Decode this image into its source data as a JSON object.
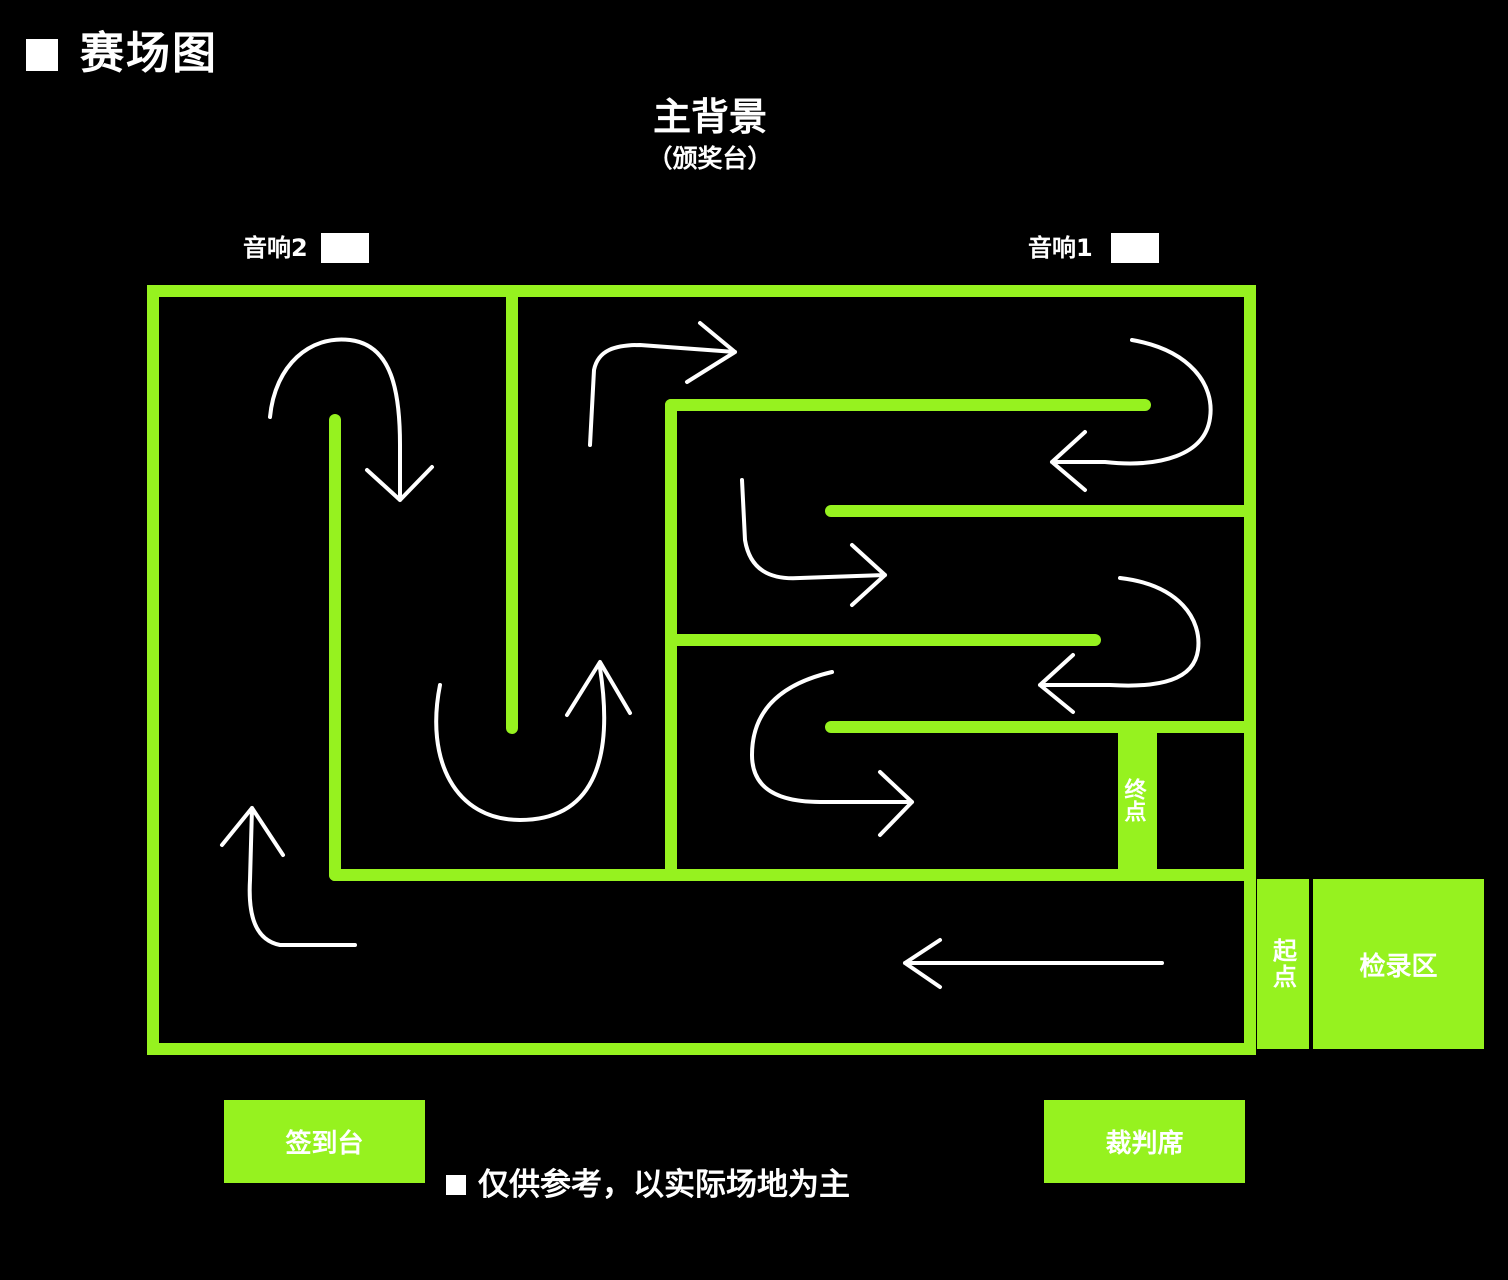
{
  "header": {
    "title": "赛场图"
  },
  "backdrop": {
    "title": "主背景",
    "subtitle": "（颁奖台）"
  },
  "speakers": [
    {
      "label": "音响2"
    },
    {
      "label": "音响1"
    }
  ],
  "track_labels": {
    "finish": "终点",
    "start": "起点"
  },
  "stations": {
    "checkin": "检录区",
    "signin": "签到台",
    "referee": "裁判席"
  },
  "footer": {
    "note": "仅供参考，以实际场地为主"
  },
  "colors": {
    "background": "#000000",
    "track_green": "#96f21f",
    "arrow": "#ffffff",
    "text": "#ffffff"
  }
}
